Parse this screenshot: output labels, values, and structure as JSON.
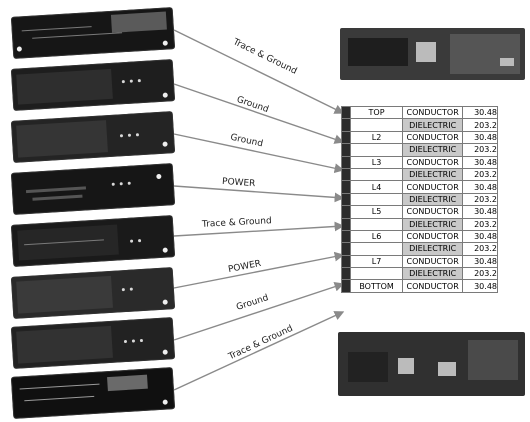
{
  "layers": [
    {
      "label": "Trace & Ground"
    },
    {
      "label": "Ground"
    },
    {
      "label": "Ground"
    },
    {
      "label": "POWER"
    },
    {
      "label": "Trace & Ground"
    },
    {
      "label": "POWER"
    },
    {
      "label": "Ground"
    },
    {
      "label": "Trace & Ground"
    }
  ],
  "stackup": [
    {
      "layer": "TOP",
      "material": "CONDUCTOR",
      "thickness": "30.48"
    },
    {
      "layer": "",
      "material": "DIELECTRIC",
      "thickness": "203.2"
    },
    {
      "layer": "L2",
      "material": "CONDUCTOR",
      "thickness": "30.48"
    },
    {
      "layer": "",
      "material": "DIELECTRIC",
      "thickness": "203.2"
    },
    {
      "layer": "L3",
      "material": "CONDUCTOR",
      "thickness": "30.48"
    },
    {
      "layer": "",
      "material": "DIELECTRIC",
      "thickness": "203.2"
    },
    {
      "layer": "L4",
      "material": "CONDUCTOR",
      "thickness": "30.48"
    },
    {
      "layer": "",
      "material": "DIELECTRIC",
      "thickness": "203.2"
    },
    {
      "layer": "L5",
      "material": "CONDUCTOR",
      "thickness": "30.48"
    },
    {
      "layer": "",
      "material": "DIELECTRIC",
      "thickness": "203.2"
    },
    {
      "layer": "L6",
      "material": "CONDUCTOR",
      "thickness": "30.48"
    },
    {
      "layer": "",
      "material": "DIELECTRIC",
      "thickness": "203.2"
    },
    {
      "layer": "L7",
      "material": "CONDUCTOR",
      "thickness": "30.48"
    },
    {
      "layer": "",
      "material": "DIELECTRIC",
      "thickness": "203.2"
    },
    {
      "layer": "BOTTOM",
      "material": "CONDUCTOR",
      "thickness": "30.48"
    }
  ],
  "colors": {
    "board": "#161616",
    "arrow": "#8a8a8a",
    "dielectric": "#c9c9c9",
    "conductor": "#ffffff"
  }
}
